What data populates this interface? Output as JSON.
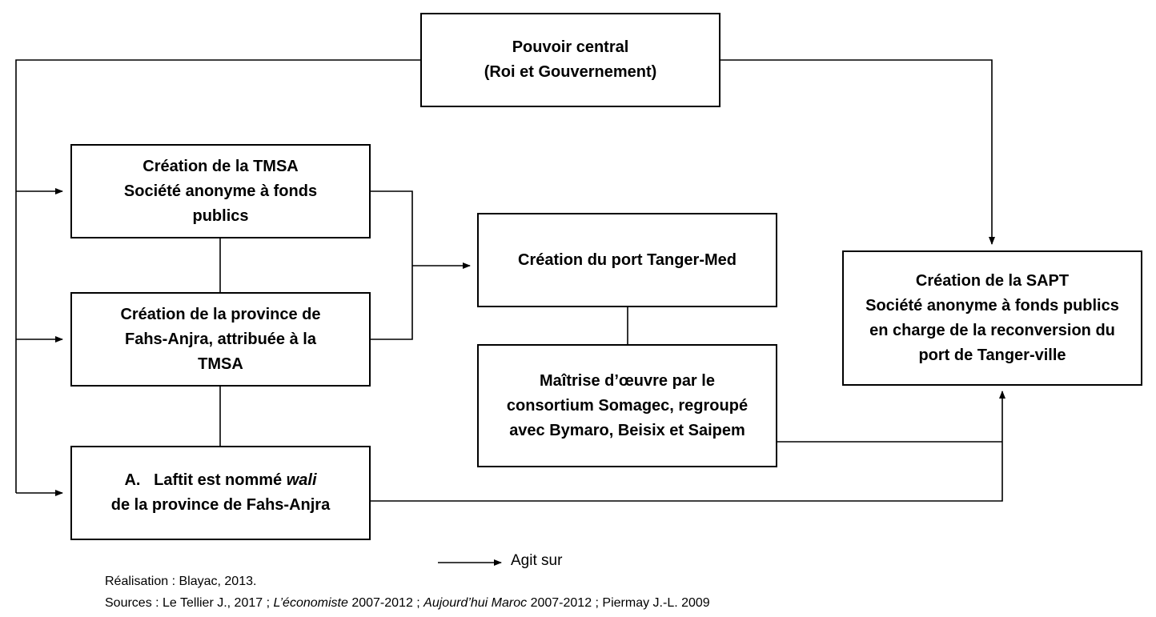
{
  "boxes": {
    "pouvoir": {
      "lines": [
        "Pouvoir central",
        "(Roi et Gouvernement)"
      ]
    },
    "tmsa": {
      "lines": [
        "Création de la TMSA",
        "Société anonyme à fonds",
        "publics"
      ]
    },
    "province": {
      "lines": [
        "Création de la province de",
        "Fahs-Anjra, attribuée à la",
        "TMSA"
      ]
    },
    "laftit": {
      "prefix": "A.   Laftit est nommé ",
      "italic": "wali",
      "line2": "de la province de Fahs-Anjra"
    },
    "port": {
      "lines": [
        "Création du port Tanger-Med"
      ]
    },
    "maitrise": {
      "lines": [
        "Maîtrise d’œuvre par le",
        "consortium Somagec, regroupé",
        "avec Bymaro, Beisix et Saipem"
      ]
    },
    "sapt": {
      "lines": [
        "Création de la SAPT",
        "Société anonyme à fonds publics",
        "en charge de la reconversion du",
        "port de Tanger-ville"
      ]
    }
  },
  "legend": {
    "label": "Agit sur"
  },
  "credits": {
    "realisation": "Réalisation : Blayac, 2013.",
    "sources_prefix": "Sources : Le Tellier J., 2017 ; ",
    "source_1": "L’économiste",
    "source_1_years": " 2007-2012 ; ",
    "source_2": "Aujourd’hui Maroc",
    "source_2_years": " 2007-2012 ; Piermay J.-L. 2009"
  }
}
